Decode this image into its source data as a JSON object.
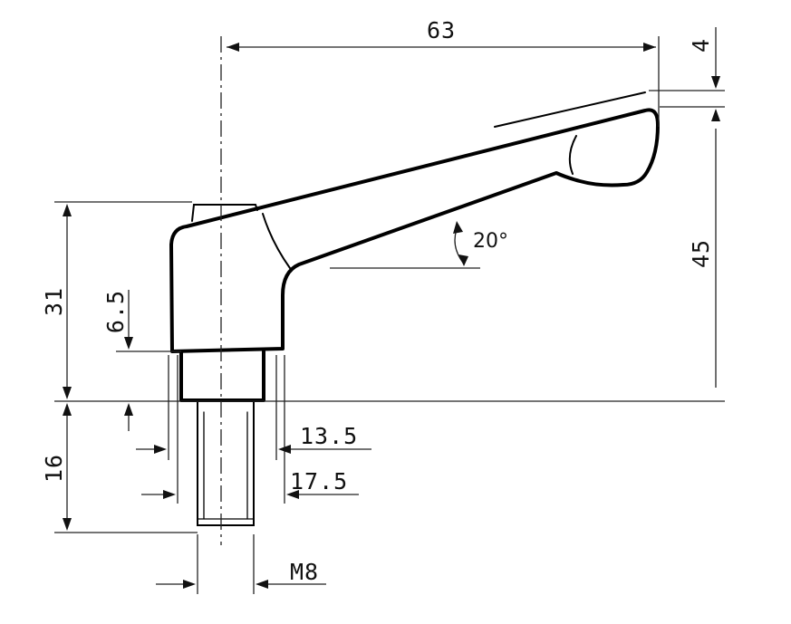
{
  "dimensions": {
    "overall_length": "63",
    "tip_offset": "4",
    "height_lever": "45",
    "height_body": "31",
    "hub_height": "6.5",
    "thread_length": "16",
    "hub_diameter": "13.5",
    "body_diameter": "17.5",
    "thread_size": "M8",
    "angle": "20°"
  }
}
